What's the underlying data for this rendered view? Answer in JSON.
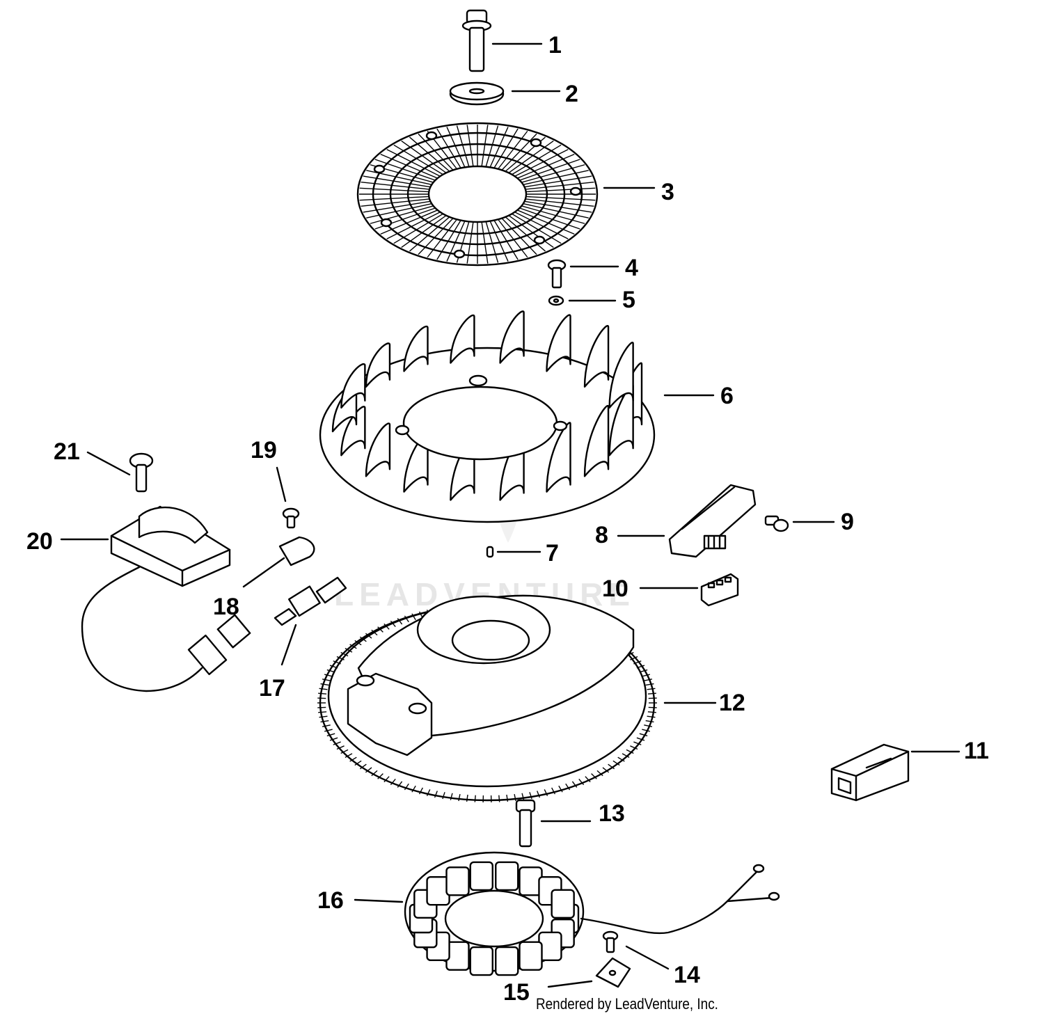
{
  "diagram": {
    "watermark": "LEADVENTURE",
    "credit": "Rendered by LeadVenture, Inc.",
    "callouts": [
      "1",
      "2",
      "3",
      "4",
      "5",
      "6",
      "7",
      "8",
      "9",
      "10",
      "11",
      "12",
      "13",
      "14",
      "15",
      "16",
      "17",
      "18",
      "19",
      "20",
      "21"
    ]
  }
}
